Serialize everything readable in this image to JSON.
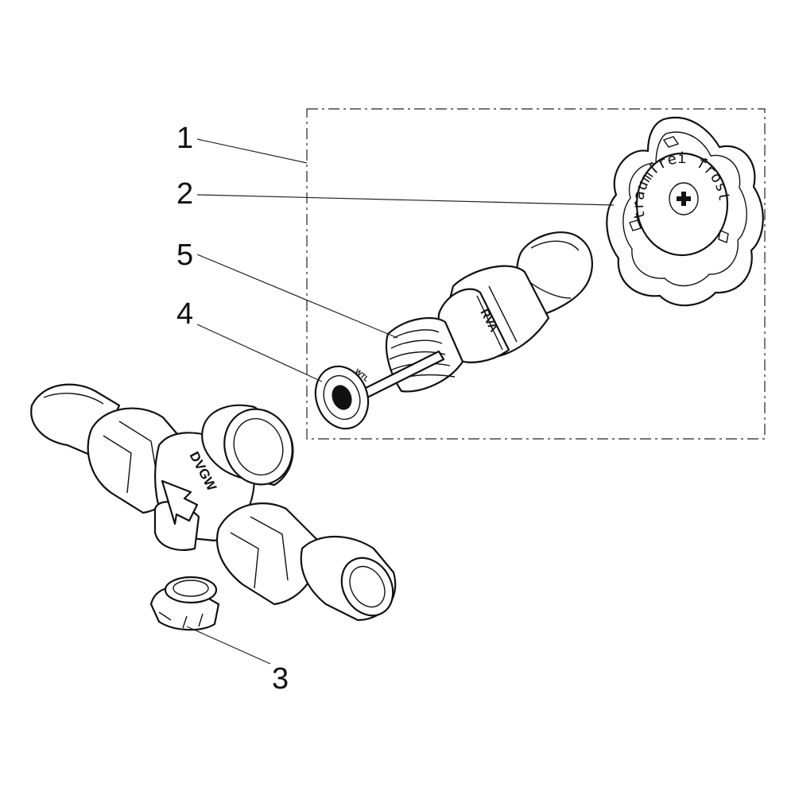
{
  "callouts": {
    "c1": "1",
    "c2": "2",
    "c3": "3",
    "c4": "4",
    "c5": "5"
  },
  "engravings": {
    "knob_text": "traumfrei frost",
    "bonnet_mark": "RVA",
    "seal_mark": "WTL",
    "body_mark": "DVGW"
  },
  "colors": {
    "line": "#111111",
    "background": "#ffffff"
  }
}
